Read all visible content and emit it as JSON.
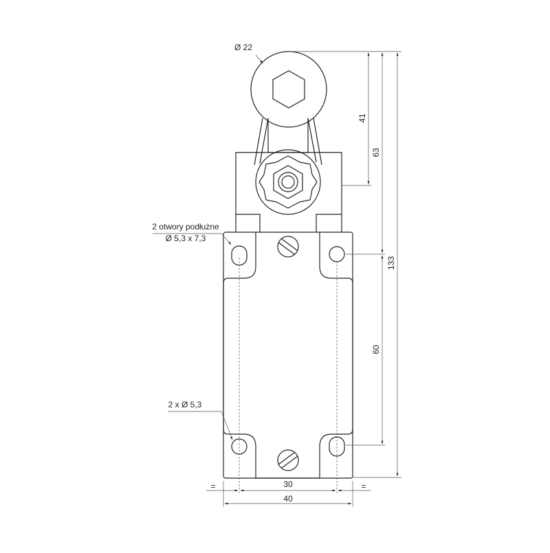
{
  "diagram": {
    "callouts": {
      "roller_diameter": "Ø 22",
      "slotted_holes_line1": "2 otwory podłużne",
      "slotted_holes_line2": "Ø 5,3 x 7,3",
      "round_holes": "2 x Ø 5,3"
    },
    "dimensions": {
      "roller_to_pivot": "41",
      "roller_to_body_top": "63",
      "overall_height": "133",
      "hole_spacing_vertical": "60",
      "hole_spacing_horizontal": "30",
      "body_width": "40",
      "equal_left": "=",
      "equal_right": "="
    },
    "colors": {
      "line": "#222222",
      "dim_line": "#555555"
    }
  }
}
